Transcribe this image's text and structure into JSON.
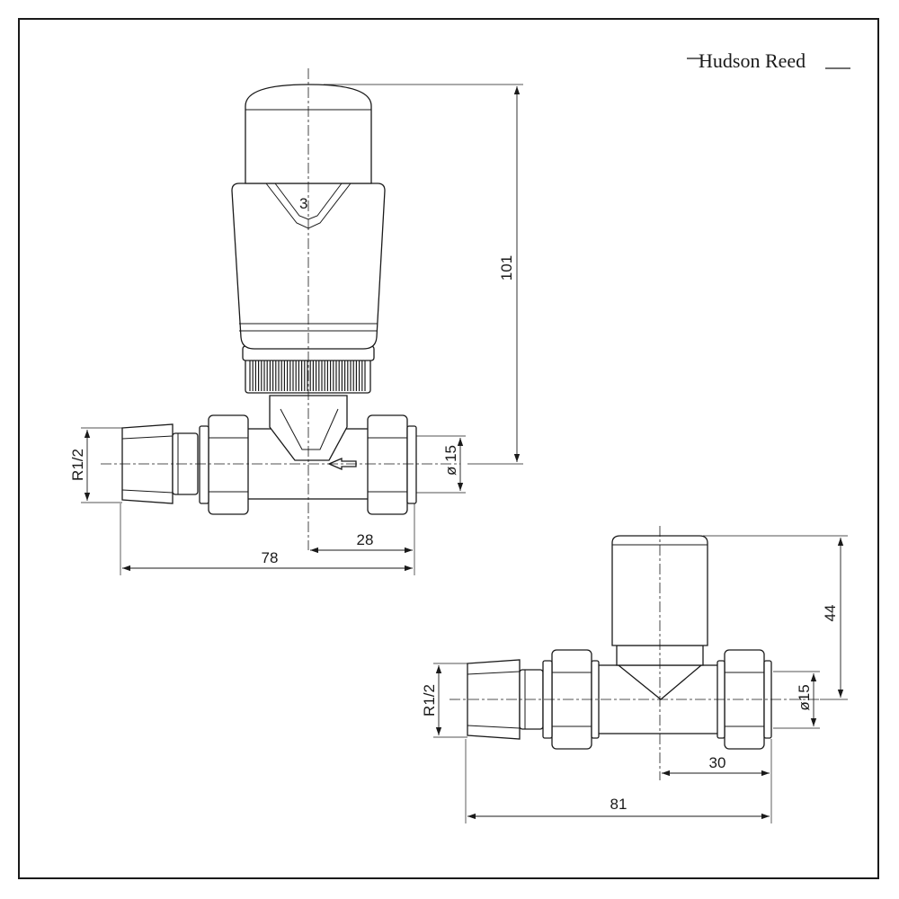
{
  "brand": {
    "name": "Hudson Reed"
  },
  "valve_angled_view": {
    "head_marking": "3",
    "dim_height": "101",
    "dim_pipe_diameter": "ø 15",
    "dim_thread": "R1/2",
    "dim_offset": "28",
    "dim_overall_width": "78"
  },
  "valve_compact_view": {
    "dim_height": "44",
    "dim_pipe_diameter": "ø15",
    "dim_thread": "R1/2",
    "dim_offset": "30",
    "dim_overall_width": "81"
  },
  "colors": {
    "line": "#1a1a1a",
    "background": "#ffffff"
  }
}
